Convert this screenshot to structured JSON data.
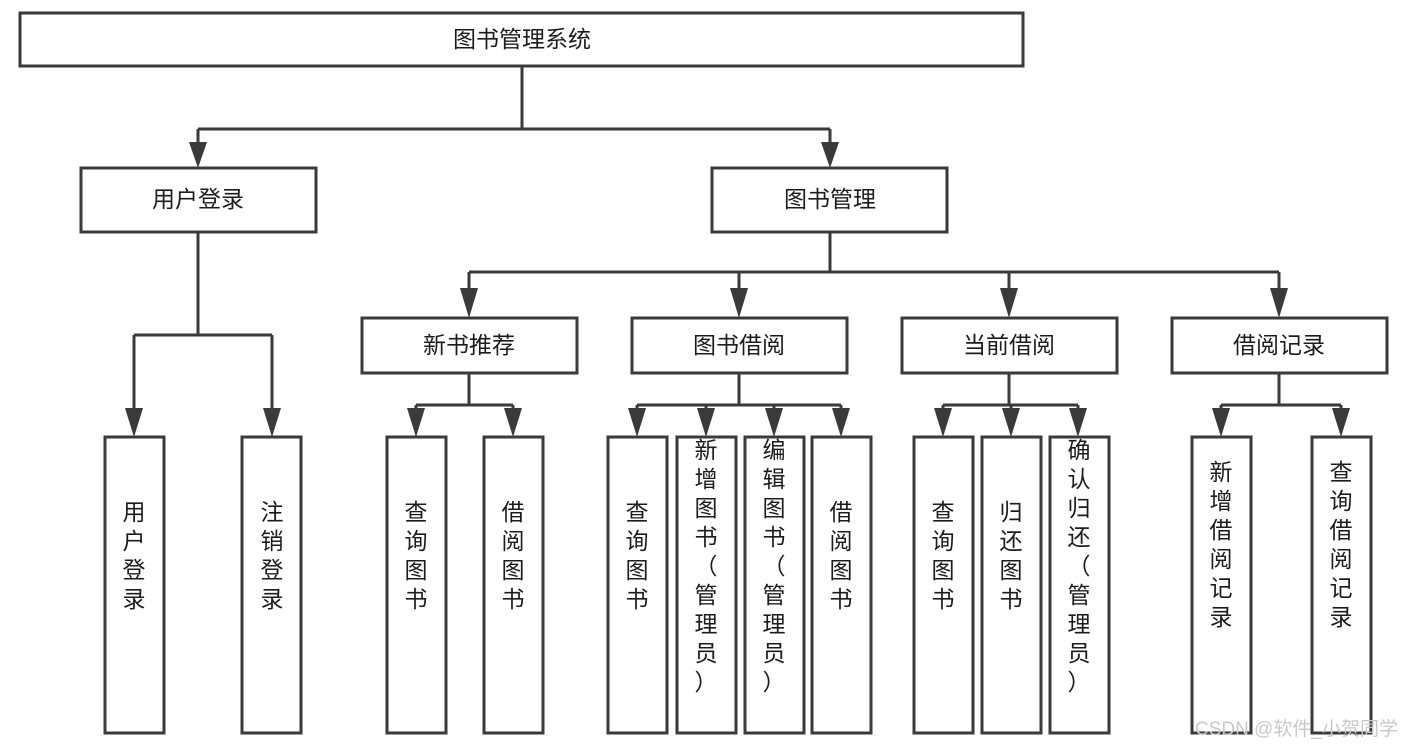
{
  "diagram": {
    "kind": "tree-hierarchy-chart",
    "root": {
      "id": "root",
      "label": "图书管理系统"
    },
    "level1": [
      {
        "id": "user-login",
        "label": "用户登录"
      },
      {
        "id": "book-manage",
        "label": "图书管理"
      }
    ],
    "level2": [
      {
        "id": "new-book-recommend",
        "label": "新书推荐"
      },
      {
        "id": "book-borrow",
        "label": "图书借阅"
      },
      {
        "id": "current-borrow",
        "label": "当前借阅"
      },
      {
        "id": "borrow-record",
        "label": "借阅记录"
      }
    ],
    "leaves": {
      "user_login": [
        {
          "id": "leaf-user-login",
          "label": "用户登录"
        },
        {
          "id": "leaf-logout-login",
          "label": "注销登录"
        }
      ],
      "new_book_recommend": [
        {
          "id": "leaf-query-book-1",
          "label": "查询图书"
        },
        {
          "id": "leaf-borrow-book-1",
          "label": "借阅图书"
        }
      ],
      "book_borrow": [
        {
          "id": "leaf-query-book-2",
          "label": "查询图书"
        },
        {
          "id": "leaf-add-book",
          "label": "新增图书（管理员）"
        },
        {
          "id": "leaf-edit-book",
          "label": "编辑图书（管理员）"
        },
        {
          "id": "leaf-borrow-book-2",
          "label": "借阅图书"
        }
      ],
      "current_borrow": [
        {
          "id": "leaf-query-book-3",
          "label": "查询图书"
        },
        {
          "id": "leaf-return-book",
          "label": "归还图书"
        },
        {
          "id": "leaf-confirm-return",
          "label": "确认归还（管理员）"
        }
      ],
      "borrow_record": [
        {
          "id": "leaf-add-record",
          "label": "新增借阅记录"
        },
        {
          "id": "leaf-query-record",
          "label": "查询借阅记录"
        }
      ]
    }
  },
  "watermark": {
    "text": "CSDN @软件_小贺同学"
  },
  "colors": {
    "stroke": "#3a3a3a",
    "box_fill": "#ffffff",
    "text": "#1c1c1c",
    "background": "#ffffff",
    "watermark": "#c9c9c9"
  }
}
